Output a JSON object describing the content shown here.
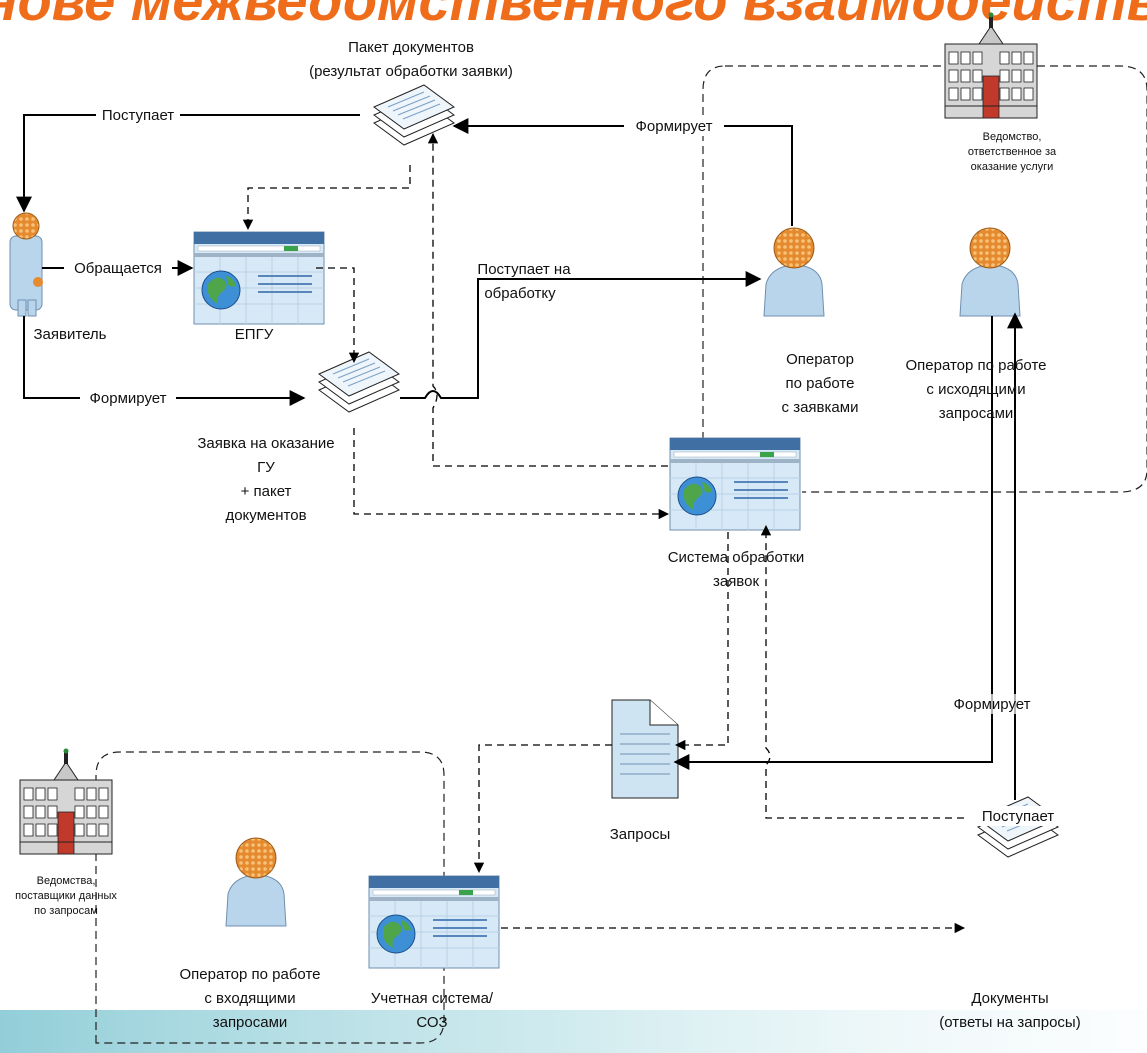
{
  "title": "основе межведомственного взаимодействия",
  "nodes": {
    "applicant": "Заявитель",
    "epgu": "ЕПГУ",
    "package_top": [
      "Пакет документов",
      "(результат обработки заявки)"
    ],
    "application": [
      "Заявка на оказание",
      "ГУ",
      "+ пакет",
      "документов"
    ],
    "operator_applications": [
      "Оператор",
      "по работе",
      "с заявками"
    ],
    "operator_outgoing": [
      "Оператор по работе",
      "с исходящими",
      "запросами"
    ],
    "processing_system": [
      "Система обработки",
      "заявок"
    ],
    "requests": "Запросы",
    "documents": [
      "Документы",
      "(ответы на запросы)"
    ],
    "registry_system": [
      "Учетная система/",
      "СОЗ"
    ],
    "operator_incoming": [
      "Оператор по работе",
      "с входящими",
      "запросами"
    ],
    "agency_service": [
      "Ведомство,",
      "ответственное за",
      "оказание услуги"
    ],
    "agency_providers": [
      "Ведомства,",
      "поставщики данных",
      "по запросам"
    ]
  },
  "edges": {
    "applies": "Обращается",
    "forms_application": "Формирует",
    "delivered_applicant": "Поступает",
    "forms_package": "Формирует",
    "to_processing": [
      "Поступает на",
      "обработку"
    ],
    "forms_requests": "Формирует",
    "delivered_docs": "Поступает"
  },
  "colors": {
    "title": "#ef6c1a",
    "screen_header": "#3f6fa3",
    "screen_body": "#cfe4f3",
    "head_skin": "#e58a2e",
    "body_blue": "#b9d5ec"
  }
}
